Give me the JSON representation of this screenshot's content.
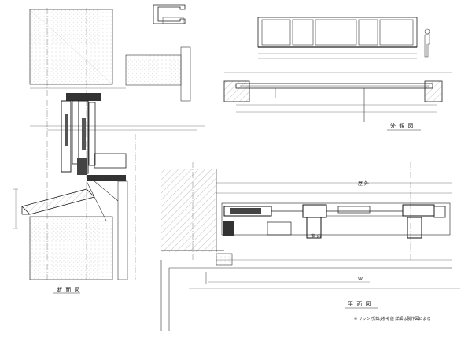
{
  "labels": {
    "section_title": "断 面 図",
    "elevation_title": "外 観 図",
    "plan_title": "平 面 図",
    "plan_note": "※ サッシ寸法は参考値 詳細は製作図による",
    "plan_indoor": "室 内",
    "plan_outdoor": "屋 外",
    "plan_width": "W"
  }
}
